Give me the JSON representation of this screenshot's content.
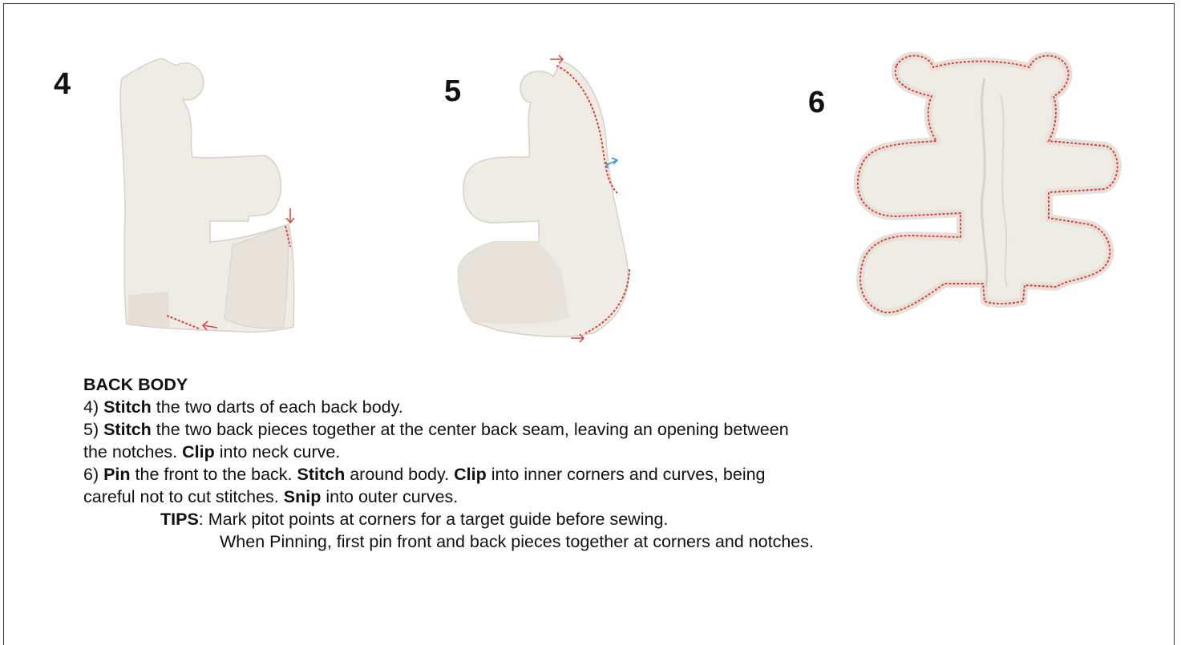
{
  "steps": {
    "s4": "4",
    "s5": "5",
    "s6": "6"
  },
  "section": {
    "title": "BACK BODY",
    "line4": {
      "num": "4) ",
      "b1": "Stitch",
      "t1": " the two darts of each back body."
    },
    "line5": {
      "num": "5) ",
      "b1": "Stitch",
      "t1": " the two back pieces together at the center back seam, leaving an opening between"
    },
    "line5b": {
      "t1": "the notches. ",
      "b1": "Clip",
      "t2": " into neck curve."
    },
    "line6": {
      "num": "6) ",
      "b1": "Pin",
      "t1": " the front to the back. ",
      "b2": "Stitch",
      "t2": " around body. ",
      "b3": "Clip",
      "t3": " into inner corners and curves, being"
    },
    "line6b": {
      "t1": "careful not to cut stitches. ",
      "b1": "Snip",
      "t2": " into outer curves."
    },
    "tips": {
      "label": "TIPS",
      "line1": ": Mark pitot points at corners for a target guide before sewing.",
      "line2": "When Pinning, first pin front and back pieces together at corners and notches."
    }
  },
  "colors": {
    "fabric": "#efece6",
    "fabric_shadow": "#dcd8d0",
    "stitch": "#e0403a",
    "arrow_blue": "#3a8fd8"
  }
}
